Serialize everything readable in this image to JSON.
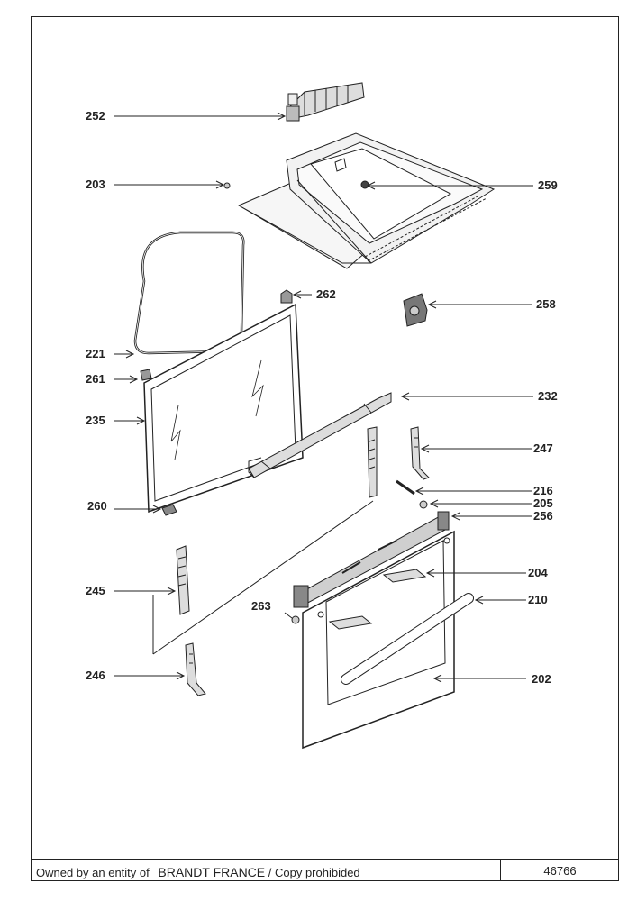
{
  "callouts": {
    "c252": "252",
    "c203": "203",
    "c259": "259",
    "c262": "262",
    "c258": "258",
    "c221": "221",
    "c261": "261",
    "c235": "235",
    "c232": "232",
    "c247": "247",
    "c216": "216",
    "c205": "205",
    "c256": "256",
    "c260": "260",
    "c204": "204",
    "c245": "245",
    "c210": "210",
    "c263": "263",
    "c246": "246",
    "c202": "202"
  },
  "footer": {
    "owner_prefix": "Owned by an entity of",
    "owner_name": "BRANDT FRANCE",
    "owner_suffix": "/ Copy prohibided",
    "reference": "46766"
  },
  "colors": {
    "line": "#222222",
    "part_fill": "#e8e8e8",
    "dark_fill": "#555555"
  }
}
